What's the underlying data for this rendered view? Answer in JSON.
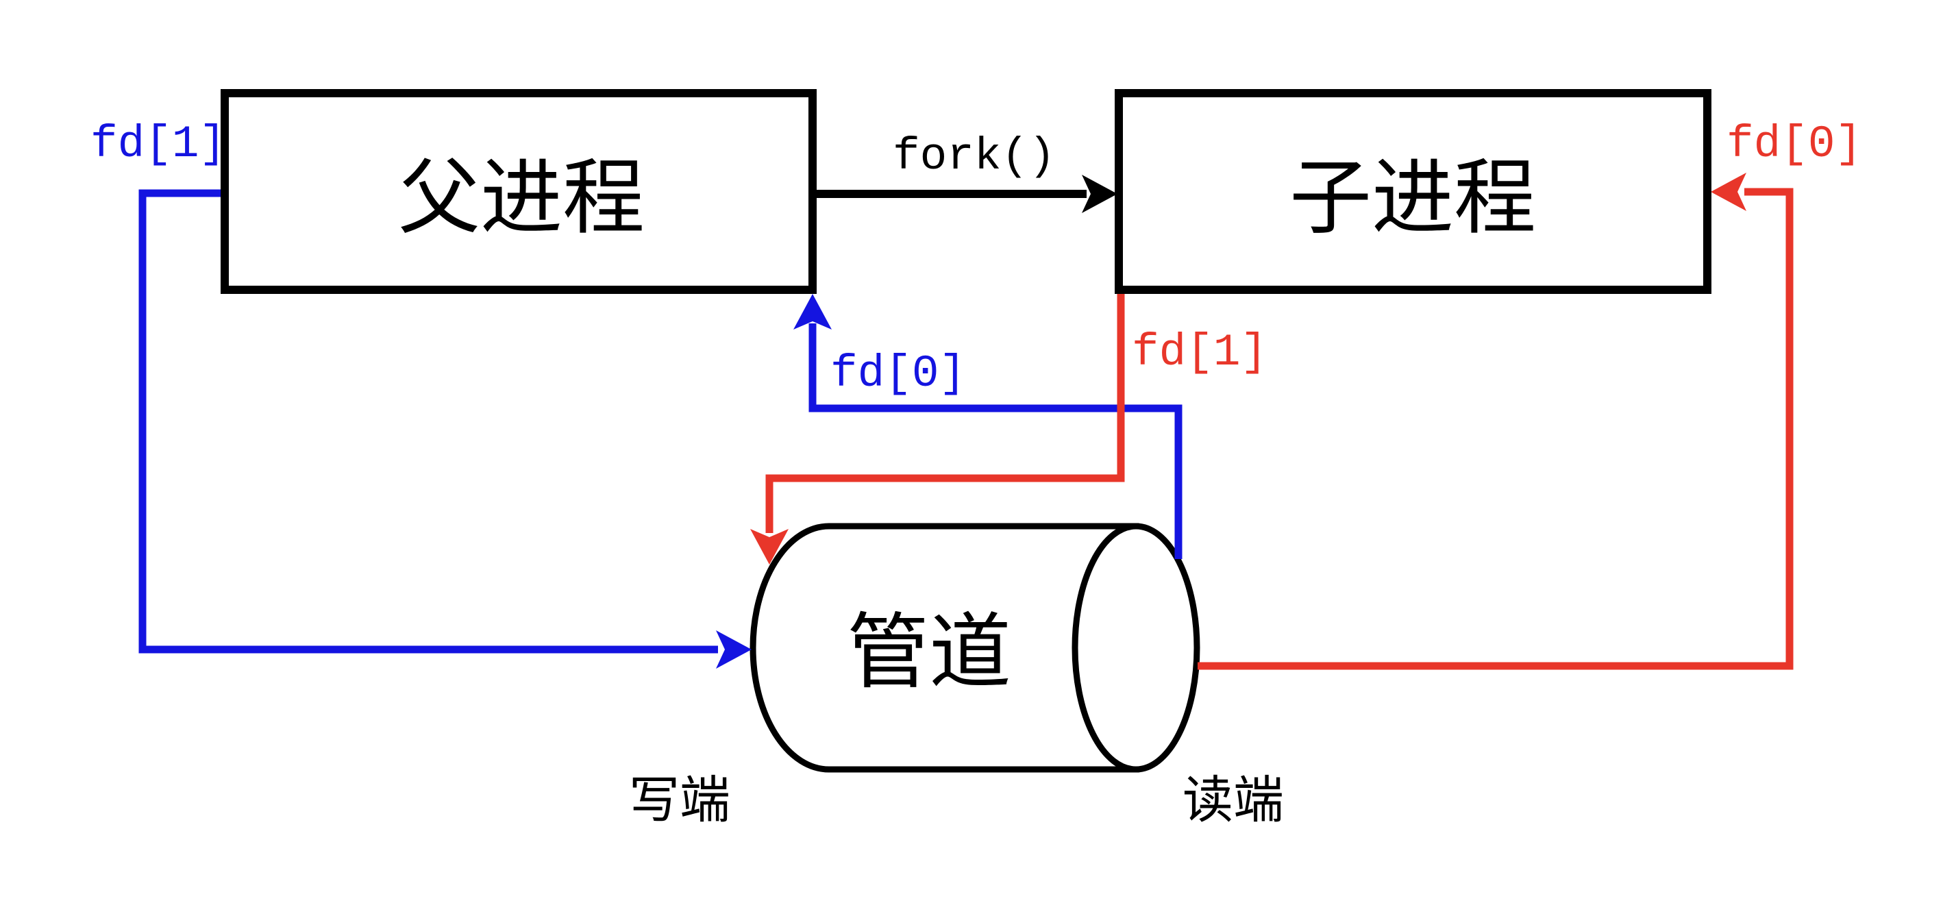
{
  "nodes": {
    "parent": {
      "label": "父进程"
    },
    "child": {
      "label": "子进程"
    },
    "pipe": {
      "label": "管道"
    }
  },
  "edges": {
    "fork": {
      "label": "fork()"
    },
    "parent_write": {
      "label": "fd[1]"
    },
    "parent_read": {
      "label": "fd[0]"
    },
    "child_write": {
      "label": "fd[1]"
    },
    "child_read": {
      "label": "fd[0]"
    }
  },
  "pipe_ends": {
    "write": {
      "label": "写端"
    },
    "read": {
      "label": "读端"
    }
  },
  "colors": {
    "write": "#1414e0",
    "read": "#e8362a",
    "outline": "#000000",
    "background": "#ffffff"
  }
}
